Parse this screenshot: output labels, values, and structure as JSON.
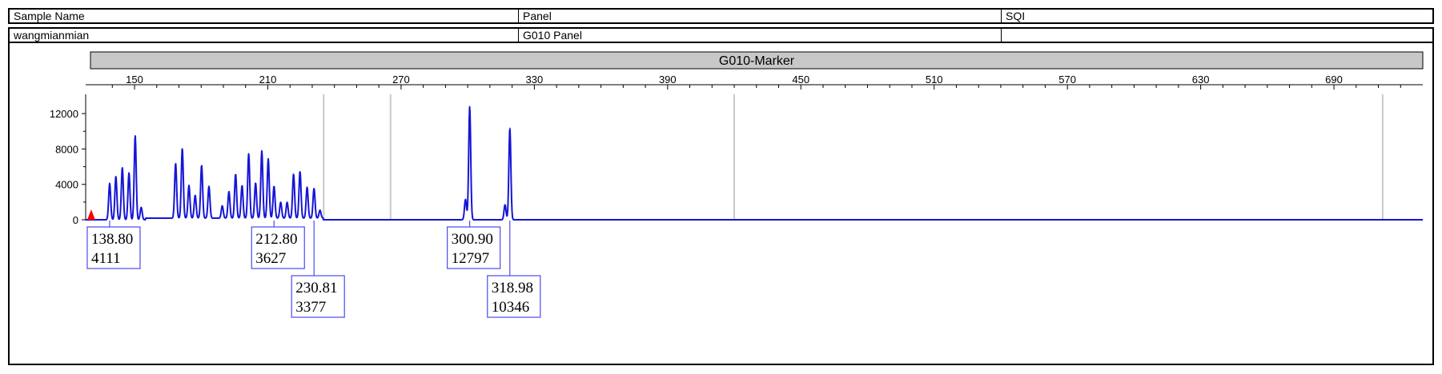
{
  "header": {
    "labels": {
      "sample_name": "Sample Name",
      "panel": "Panel",
      "sqi": "SQI"
    },
    "values": {
      "sample_name": "wangmianmian",
      "panel": "G010 Panel",
      "sqi": ""
    }
  },
  "colors": {
    "trace": "#1515d8",
    "banner_fill": "#c8c8c8",
    "grid_line": "#c8c8c8",
    "marker": "#ff0000",
    "box_border": "#4a4af0"
  },
  "chart_data": {
    "type": "line",
    "title": "G010-Marker",
    "xlabel": "",
    "ylabel": "",
    "xlim": [
      128,
      730
    ],
    "ylim": [
      0,
      14000
    ],
    "x_ticks": [
      150,
      210,
      270,
      330,
      390,
      450,
      510,
      570,
      630,
      690
    ],
    "y_ticks": [
      0,
      4000,
      8000,
      12000
    ],
    "vertical_gridlines": [
      0.178,
      0.228,
      0.485,
      0.97
    ],
    "grid": false,
    "series": [
      {
        "name": "",
        "peaks": [
          {
            "x": 138.8,
            "y": 4111
          },
          {
            "x": 141.6,
            "y": 4900
          },
          {
            "x": 144.5,
            "y": 5900
          },
          {
            "x": 147.5,
            "y": 5300
          },
          {
            "x": 150.3,
            "y": 9500
          },
          {
            "x": 153.0,
            "y": 1400
          },
          {
            "x": 168.5,
            "y": 6200
          },
          {
            "x": 171.5,
            "y": 7900
          },
          {
            "x": 174.5,
            "y": 3700
          },
          {
            "x": 177.3,
            "y": 2600
          },
          {
            "x": 180.2,
            "y": 6000
          },
          {
            "x": 183.5,
            "y": 3600
          },
          {
            "x": 189.5,
            "y": 1400
          },
          {
            "x": 192.5,
            "y": 3000
          },
          {
            "x": 195.5,
            "y": 5000
          },
          {
            "x": 198.4,
            "y": 3700
          },
          {
            "x": 201.4,
            "y": 7300
          },
          {
            "x": 204.5,
            "y": 4000
          },
          {
            "x": 207.3,
            "y": 7600
          },
          {
            "x": 210.2,
            "y": 6700
          },
          {
            "x": 212.8,
            "y": 3627
          },
          {
            "x": 215.8,
            "y": 1800
          },
          {
            "x": 218.7,
            "y": 1800
          },
          {
            "x": 221.6,
            "y": 5000
          },
          {
            "x": 224.5,
            "y": 5300
          },
          {
            "x": 227.7,
            "y": 3500
          },
          {
            "x": 230.81,
            "y": 3377
          },
          {
            "x": 233.5,
            "y": 900
          },
          {
            "x": 299.0,
            "y": 2300
          },
          {
            "x": 300.9,
            "y": 12797
          },
          {
            "x": 316.8,
            "y": 1700
          },
          {
            "x": 318.98,
            "y": 10346
          }
        ]
      }
    ],
    "markers": [
      {
        "x": 130.5,
        "shape": "triangle"
      }
    ],
    "annotations": [
      {
        "x": 138.8,
        "size": "138.80",
        "height": "4111",
        "row": 1
      },
      {
        "x": 212.8,
        "size": "212.80",
        "height": "3627",
        "row": 1
      },
      {
        "x": 230.81,
        "size": "230.81",
        "height": "3377",
        "row": 2
      },
      {
        "x": 300.9,
        "size": "300.90",
        "height": "12797",
        "row": 1
      },
      {
        "x": 318.98,
        "size": "318.98",
        "height": "10346",
        "row": 2
      }
    ]
  }
}
